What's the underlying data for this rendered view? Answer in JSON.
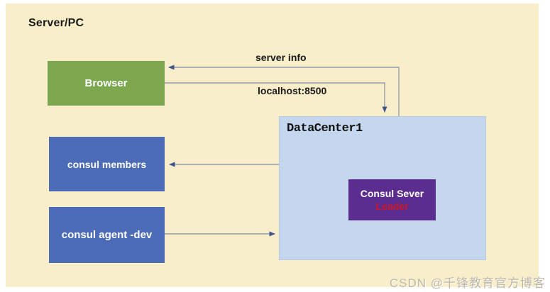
{
  "diagram": {
    "title": "Server/PC",
    "nodes": {
      "browser": {
        "label": "Browser",
        "color": "#7ca74e"
      },
      "consul_members": {
        "label": "consul members",
        "color": "#4c6cb8"
      },
      "consul_agent": {
        "label": "consul agent -dev",
        "color": "#4c6cb8"
      },
      "datacenter": {
        "label": "DataCenter1",
        "color": "#c5d7ee"
      },
      "consul_server": {
        "title": "Consul Sever",
        "subtitle": "Leader",
        "color": "#5c2d91",
        "subtitle_color": "#cf1520"
      }
    },
    "edges": [
      {
        "label": "server info",
        "from": "datacenter",
        "to": "browser"
      },
      {
        "label": "localhost:8500",
        "from": "browser",
        "to": "datacenter"
      },
      {
        "label": "",
        "from": "datacenter",
        "to": "consul_members"
      },
      {
        "label": "",
        "from": "consul_agent",
        "to": "datacenter"
      }
    ],
    "colors": {
      "background": "#f9eeca",
      "arrow_line": "#949cae",
      "arrow_head": "#41548c"
    }
  },
  "watermark": {
    "text": "CSDN @千锋教育官方博客"
  }
}
